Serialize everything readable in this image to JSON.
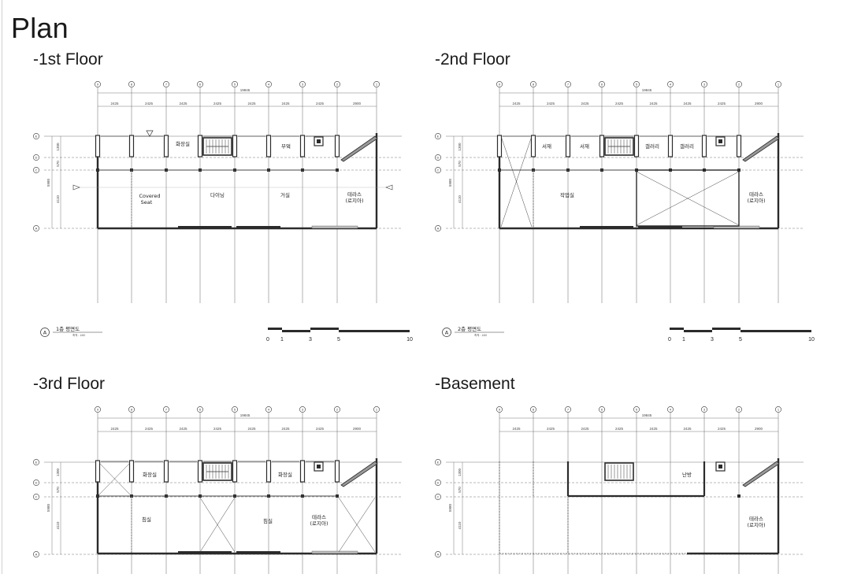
{
  "page_title": "Plan",
  "floors": [
    {
      "title": "-1st Floor",
      "rooms": [
        "화장실",
        "부엌",
        "Covered",
        "Seat",
        "다이닝",
        "거실",
        "테라스",
        "(로지아)"
      ],
      "caption": {
        "marker": "A",
        "label": "1층 평면도",
        "sub": "축척 : 1/60"
      }
    },
    {
      "title": "-2nd Floor",
      "rooms": [
        "서재",
        "서재",
        "갤러리",
        "갤러리",
        "작업실",
        "테라스",
        "(로지아)"
      ],
      "caption": {
        "marker": "A",
        "label": "2층 평면도",
        "sub": "축척 : 1/60"
      }
    },
    {
      "title": "-3rd Floor",
      "rooms": [
        "화장실",
        "화장실",
        "침실",
        "침실",
        "테라스",
        "(로지아)"
      ]
    },
    {
      "title": "-Basement",
      "rooms": [
        "난방",
        "테라스",
        "(로지아)"
      ]
    }
  ],
  "dimensions": {
    "overall": "19845",
    "spans": [
      "2425",
      "2425",
      "2425",
      "2425",
      "2425",
      "2425",
      "2425",
      "2900"
    ],
    "rows": [
      "1300",
      "570",
      "4110"
    ],
    "row_total": "5980"
  },
  "scale_bar": {
    "ticks": [
      "0",
      "1",
      "3",
      "5",
      "10"
    ]
  },
  "colors": {
    "wall": "#2b2b2b",
    "grid": "#555555",
    "hatch": "#bdbdbd"
  }
}
